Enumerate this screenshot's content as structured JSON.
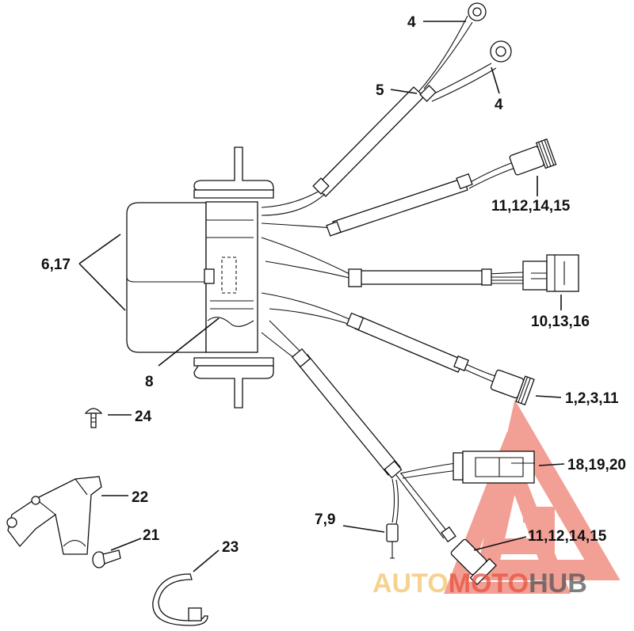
{
  "diagram": {
    "callouts": {
      "ring_terminal_a": "4",
      "ring_terminal_b": "4",
      "harness_sleeve": "5",
      "connector_upper": "11,12,14,15",
      "connector_middle": "10,13,16",
      "connector_lower": "1,2,3,11",
      "plug_block": "18,19,20",
      "connector_bottom": "11,12,14,15",
      "housing": "6,17",
      "clip": "8",
      "screw_small": "24",
      "bracket": "22",
      "screw_bracket": "21",
      "bullet_terminal": "7,9",
      "retainer_clip": "23"
    }
  },
  "watermark": {
    "word_part_1": "AUTO",
    "word_part_2": "MOTO",
    "word_part_3": "HUB",
    "color_primary": "#e8523f",
    "color_secondary": "#f2c46a",
    "color_dark": "#555555"
  }
}
